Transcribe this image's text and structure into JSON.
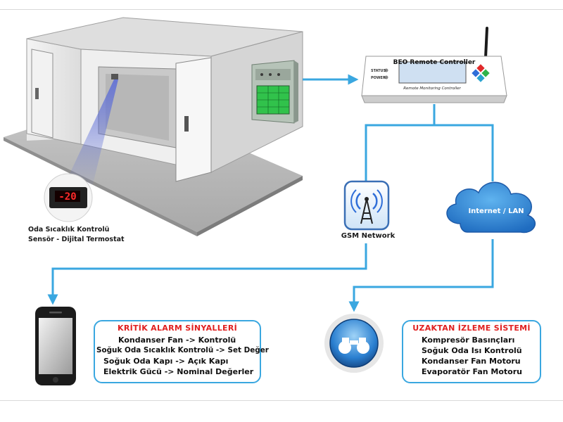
{
  "sensor_caption": {
    "line1": "Oda Sıcaklık Kontrolü",
    "line2": "Sensör - Dijital Termostat"
  },
  "thermostat_display": "-20",
  "controller": {
    "title": "BEO Remote Controller",
    "status_label": "STATUS",
    "power_label": "POWER",
    "subtitle": "Remote Monitoring Controller"
  },
  "gsm_label": "GSM Network",
  "internet_label": "Internet / LAN",
  "alarm_panel": {
    "title": "KRİTİK ALARM SİNYALLERİ",
    "items": [
      "Kondanser Fan -> Kontrolü",
      "Soğuk Oda Sıcaklık Kontrolü -> Set Değer",
      "Soğuk Oda Kapı -> Açık Kapı",
      "Elektrik Gücü -> Nominal Değerler"
    ]
  },
  "monitor_panel": {
    "title": "UZAKTAN İZLEME SİSTEMİ",
    "items": [
      "Kompresör Basınçları",
      "Soğuk Oda Isı Kontrolü",
      "Kondanser Fan Motoru",
      "Evaporatör Fan Motoru"
    ]
  },
  "colors": {
    "connector": "#3aa7e0",
    "alarm_title": "#e02020",
    "cloud": "#2f86d0"
  }
}
